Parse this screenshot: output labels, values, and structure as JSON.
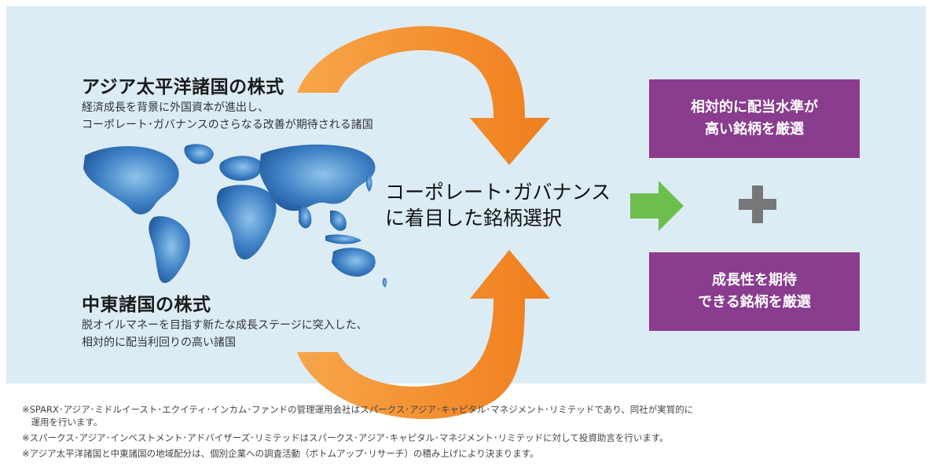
{
  "regions": {
    "asia": {
      "title": "アジア太平洋諸国の株式",
      "desc_line1": "経済成長を背景に外国資本が進出し、",
      "desc_line2": "コーポレート･ガバナンスのさらなる改善が期待される諸国"
    },
    "middle_east": {
      "title": "中東諸国の株式",
      "desc_line1": "脱オイルマネーを目指す新たな成長ステージに突入した、",
      "desc_line2": "相対的に配当利回りの高い諸国"
    }
  },
  "center": {
    "line1": "コーポレート･ガバナンス",
    "line2": "に着目した銘柄選択"
  },
  "selection": {
    "box1": {
      "line1": "相対的に配当水準が",
      "line2": "高い銘柄を厳選"
    },
    "plus": "+",
    "box2": {
      "line1": "成長性を期待",
      "line2": "できる銘柄を厳選"
    }
  },
  "notes": [
    "※SPARX･アジア･ミドルイースト･エクイティ･インカム･ファンドの管理運用会社はスパークス･アジア･キャピタル･マネジメント･リミテッドであり、同社が実質的に",
    "　運用を行います。",
    "※スパークス･アジア･インベストメント･アドバイザーズ･リミテッドはスパークス･アジア･キャピタル･マネジメント･リミテッドに対して投資助言を行います。",
    "※アジア太平洋諸国と中東諸国の地域配分は、個別企業への調査活動（ボトムアップ･リサーチ）の積み上げにより決まります。"
  ],
  "colors": {
    "panel": "#dcecf5",
    "orange_arrow": "#f4892a",
    "green_arrow": "#6cbf4c",
    "purple_box": "#8a3c8e",
    "plus": "#777777",
    "map": "#2f6fb4"
  },
  "icons": [
    "world-map-icon",
    "orange-curved-arrow-icon",
    "green-arrow-icon",
    "plus-icon"
  ]
}
